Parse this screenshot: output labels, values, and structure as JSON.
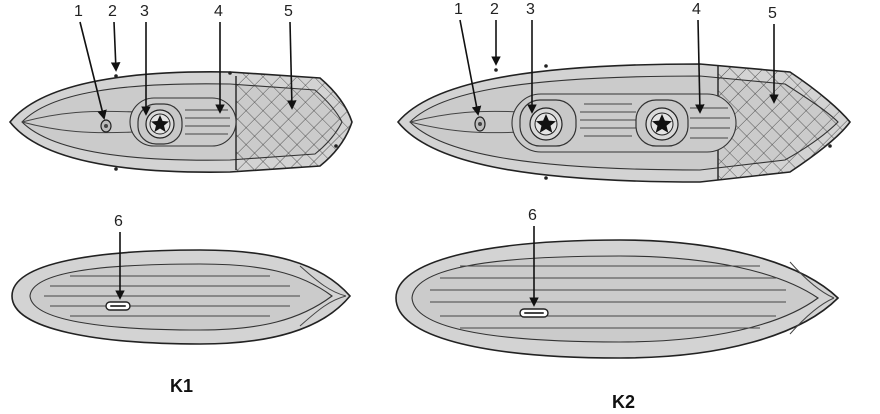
{
  "callouts": {
    "k1_top": [
      "1",
      "2",
      "3",
      "4",
      "5"
    ],
    "k1_bottom": [
      "6"
    ],
    "k2_top": [
      "1",
      "2",
      "3",
      "4",
      "5"
    ],
    "k2_bottom": [
      "6"
    ]
  },
  "models": {
    "k1": "K1",
    "k2": "K2"
  },
  "colors": {
    "hull": "#d3d3d3",
    "outline": "#222222"
  },
  "icons": [
    "star-icon",
    "net-pattern",
    "valve-icon",
    "drain-plug-icon"
  ]
}
